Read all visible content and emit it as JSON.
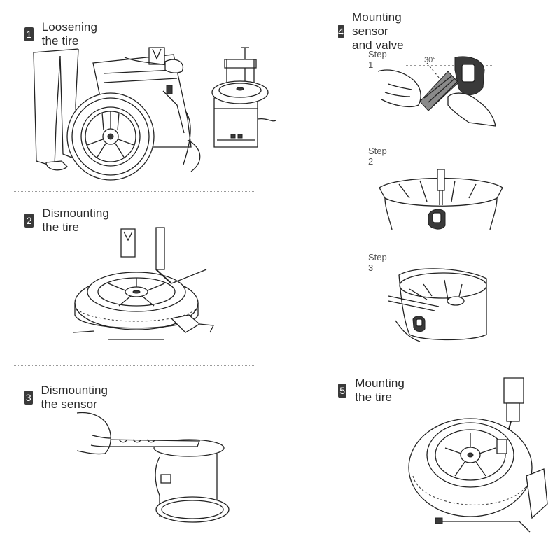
{
  "sections": [
    {
      "number": "1",
      "title": "Loosening the tire"
    },
    {
      "number": "2",
      "title": "Dismounting the tire"
    },
    {
      "number": "3",
      "title": "Dismounting the sensor"
    },
    {
      "number": "4",
      "title": "Mounting sensor and valve"
    },
    {
      "number": "5",
      "title": "Mounting the tire"
    }
  ],
  "steps": [
    "Step 1",
    "Step 2",
    "Step 3"
  ],
  "angle_label": "30°"
}
